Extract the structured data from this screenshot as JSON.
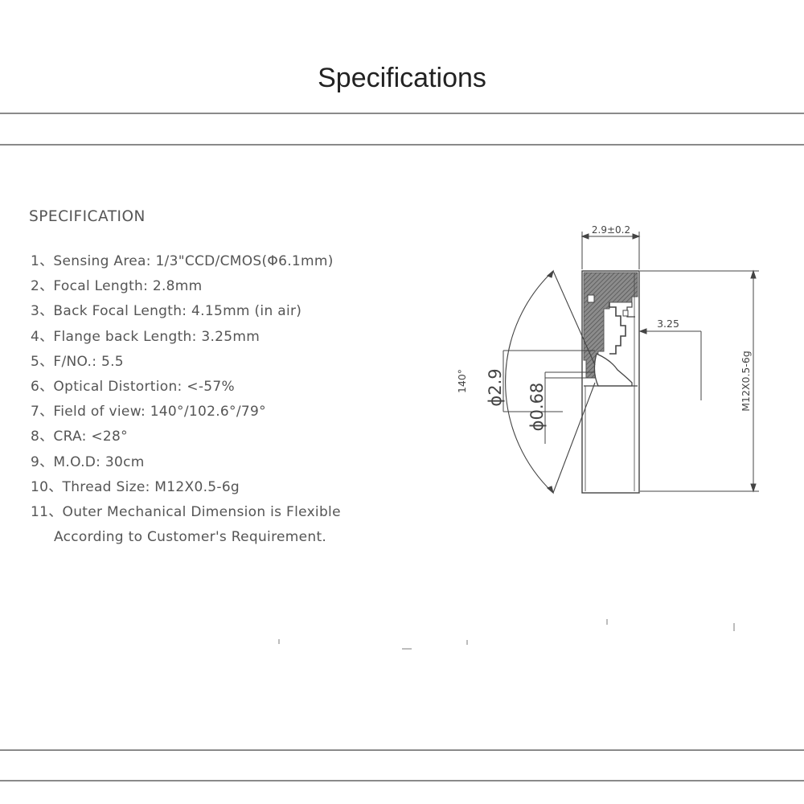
{
  "header": {
    "title": "Specifications"
  },
  "spec": {
    "heading": "SPECIFICATION",
    "items": [
      "1、Sensing Area: 1/3\"CCD/CMOS(Φ6.1mm)",
      "2、Focal Length: 2.8mm",
      "3、Back Focal Length: 4.15mm (in air)",
      "4、Flange back Length: 3.25mm",
      "5、F/NO.: 5.5",
      "6、Optical Distortion: <-57%",
      "7、Field of view: 140°/102.6°/79°",
      "8、CRA: <28°",
      "9、M.O.D: 30cm",
      "10、Thread Size: M12X0.5-6g",
      "11、Outer Mechanical Dimension is Flexible"
    ],
    "item_continuation": "According to Customer's Requirement."
  },
  "drawing": {
    "dim_width": "2.9±0.2",
    "dim_flange": "3.25",
    "dim_thread": "M12X0.5-6g",
    "dim_angle": "140°",
    "dim_dia_large": "ϕ2.9",
    "dim_dia_small": "ϕ0.68"
  },
  "colors": {
    "line": "#444444",
    "rule": "#8a8a8a",
    "hatch": "#6e6e6e"
  }
}
